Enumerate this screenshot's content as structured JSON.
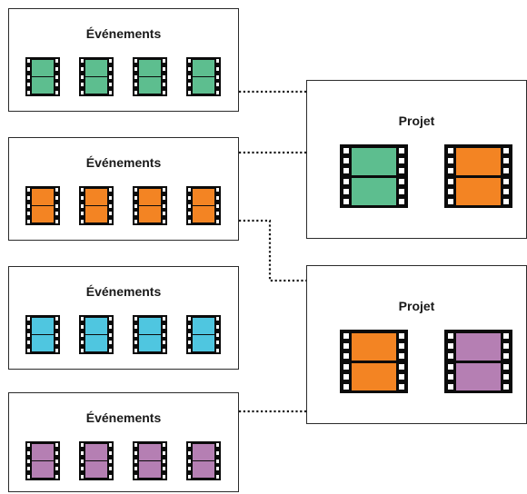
{
  "events": [
    {
      "title": "Événements",
      "color": "#5dbe8f"
    },
    {
      "title": "Événements",
      "color": "#f38423"
    },
    {
      "title": "Événements",
      "color": "#4fc6e0"
    },
    {
      "title": "Événements",
      "color": "#b57fb3"
    }
  ],
  "projects": [
    {
      "title": "Projet",
      "clips": [
        "#5dbe8f",
        "#f38423"
      ]
    },
    {
      "title": "Projet",
      "clips": [
        "#f38423",
        "#b57fb3"
      ]
    }
  ]
}
